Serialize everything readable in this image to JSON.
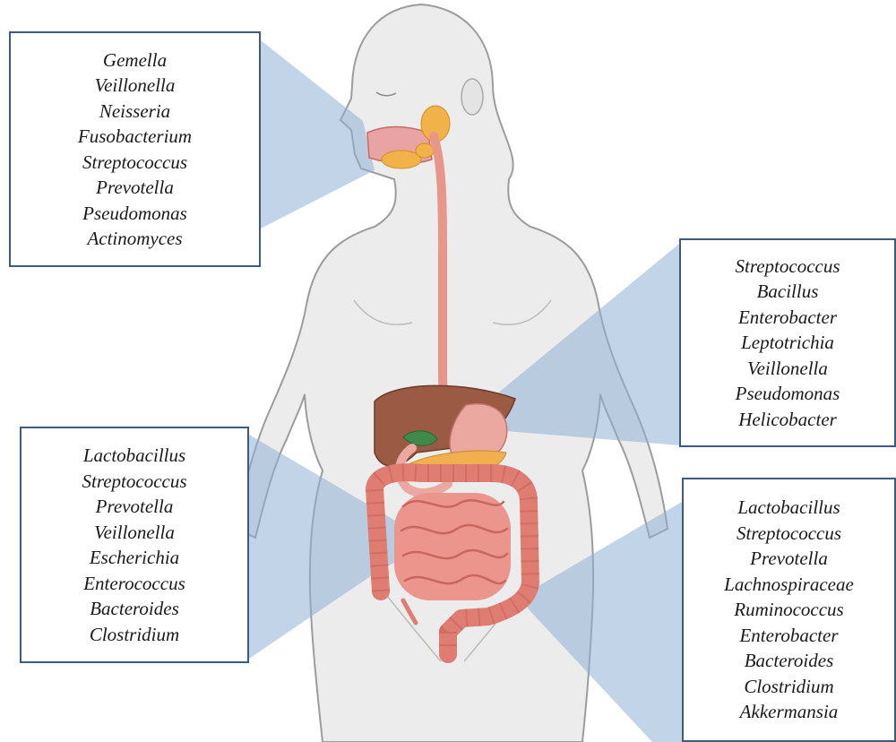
{
  "colors": {
    "body_fill": "#ececec",
    "body_outline": "#9c9c9c",
    "callout_fill": "#8fb3d6",
    "box_border": "#3d5a80",
    "esophagus": "#e8958a",
    "liver": "#9a5a44",
    "gallbladder": "#3f8a4a",
    "pancreas": "#f0b050",
    "intestine": "#e7897f",
    "salivary_gland": "#f2b24a"
  },
  "labels": {
    "mouth": [
      "Gemella",
      "Veillonella",
      "Neisseria",
      "Fusobacterium",
      "Streptococcus",
      "Prevotella",
      "Pseudomonas",
      "Actinomyces"
    ],
    "stomach": [
      "Streptococcus",
      "Bacillus",
      "Enterobacter",
      "Leptotrichia",
      "Veillonella",
      "Pseudomonas",
      "Helicobacter"
    ],
    "small_intestine": [
      "Lactobacillus",
      "Streptococcus",
      "Prevotella",
      "Veillonella",
      "Escherichia",
      "Enterococcus",
      "Bacteroides",
      "Clostridium"
    ],
    "large_intestine": [
      "Lactobacillus",
      "Streptococcus",
      "Prevotella",
      "Lachnospiraceae",
      "Ruminococcus",
      "Enterobacter",
      "Bacteroides",
      "Clostridium",
      "Akkermansia"
    ]
  }
}
